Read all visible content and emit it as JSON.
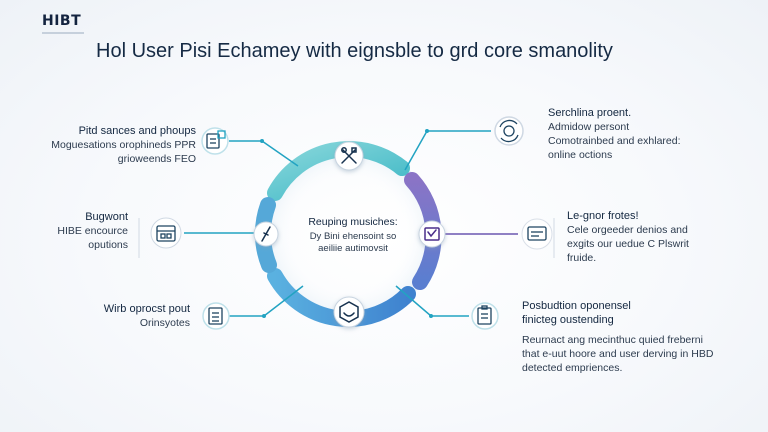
{
  "logo": {
    "text": "HIBT"
  },
  "title": "Hol User Pisi Echamey with eignsble to grd core smanolity",
  "center": {
    "heading": "Reuping musiches:",
    "lines": [
      "Dy Bini ehensoint so",
      "aeiliie autimovsit"
    ]
  },
  "left_items": [
    {
      "heading": "Pitd sances and phoups",
      "lines": [
        "Moguesations orophineds PPR",
        "grioweends FEO"
      ]
    },
    {
      "heading": "Bugwont",
      "lines": [
        "HIBE encource",
        "oputions"
      ]
    },
    {
      "heading": "Wirb oprocst pout",
      "lines": [
        "Orinsyotes"
      ]
    }
  ],
  "right_items": [
    {
      "heading": "Serchlina proent.",
      "lines": [
        "Admidow persont",
        "Comotrainbed and exhlared:",
        "online octions"
      ]
    },
    {
      "heading": "Le-gnor frotes!",
      "lines": [
        "Cele orgeeder denios and",
        "exgits our uedue C Plswrit",
        "fruide."
      ]
    },
    {
      "heading": "Posbudtion oponensel",
      "lines": [
        "finicteg oustending",
        "",
        "Reurnact ang mecinthuc quied freberni",
        "that e-uut hoore and user derving in HBD",
        "detected empriences."
      ]
    }
  ],
  "icons": {
    "left": [
      "document-chart-icon",
      "calendar-icon",
      "document-list-icon"
    ],
    "right": [
      "gear-arrows-icon",
      "card-icon",
      "clipboard-icon"
    ],
    "ring": [
      "tools-icon",
      "checklist-icon",
      "box-icon",
      "pen-icon"
    ]
  },
  "colors": {
    "ring_teal": "#3fb8c6",
    "ring_blue": "#3f8fd2",
    "ring_purple": "#7460b4",
    "connector": "#22a3c2",
    "connector_purple": "#6b56b0"
  }
}
